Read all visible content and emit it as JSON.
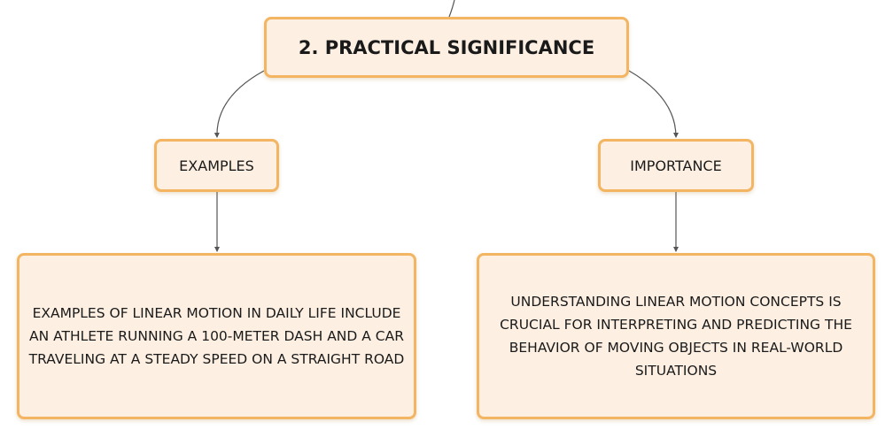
{
  "root": {
    "title": "2. PRACTICAL SIGNIFICANCE"
  },
  "branches": [
    {
      "label": "EXAMPLES",
      "detail": "EXAMPLES OF LINEAR MOTION IN DAILY LIFE INCLUDE AN ATHLETE RUNNING A 100-METER DASH AND A CAR TRAVELING AT A STEADY SPEED ON A STRAIGHT ROAD"
    },
    {
      "label": "IMPORTANCE",
      "detail": "UNDERSTANDING LINEAR MOTION CONCEPTS IS CRUCIAL FOR INTERPRETING AND PREDICTING THE BEHAVIOR OF MOVING OBJECTS IN REAL-WORLD SITUATIONS"
    }
  ],
  "colors": {
    "node_fill": "#fdf0e3",
    "node_border": "#f3b562",
    "connector": "#555555",
    "text": "#1a1a1a"
  }
}
